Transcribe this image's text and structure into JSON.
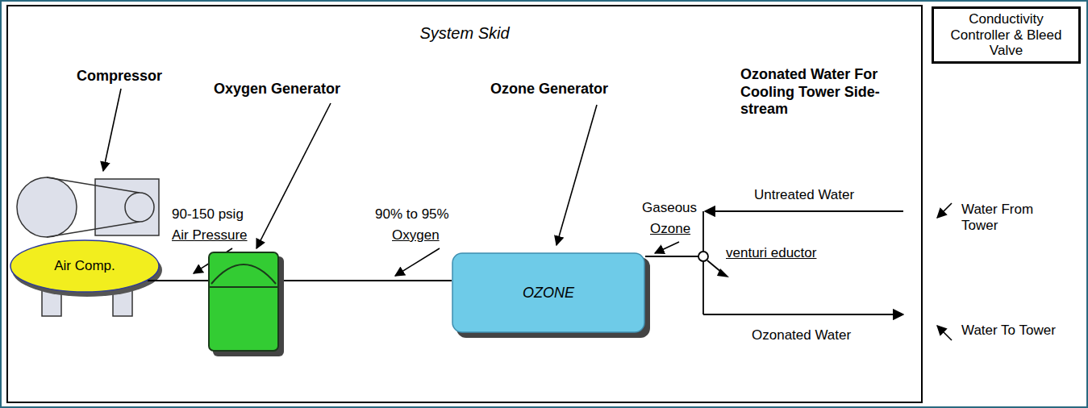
{
  "diagram": {
    "nodes": [
      {
        "text": [
          "System Skid"
        ]
      },
      {
        "text": [
          "Air Comp."
        ],
        "in": 0
      },
      {
        "text": [
          "Oxygen Generator"
        ],
        "in": 0
      },
      {
        "text": [
          "OZONE"
        ],
        "in": 0
      },
      {
        "text": [
          "Conductivity Controller & Bleed Valve"
        ]
      }
    ],
    "edges": [
      {
        "from": 1,
        "to": 2,
        "arrow": "none"
      },
      {
        "from": 2,
        "to": 3,
        "arrow": "none"
      }
    ],
    "labels": [
      "Compressor",
      "90-150 psig",
      "Air Pressure",
      "90% to 95%",
      "Oxygen",
      "Ozone Generator",
      "Ozonated Water For Cooling Tower Side-stream",
      "Gaseous",
      "Ozone",
      "Untreated Water",
      "venturi eductor",
      "Ozonated Water",
      "Water From Tower",
      "Water To Tower"
    ]
  }
}
